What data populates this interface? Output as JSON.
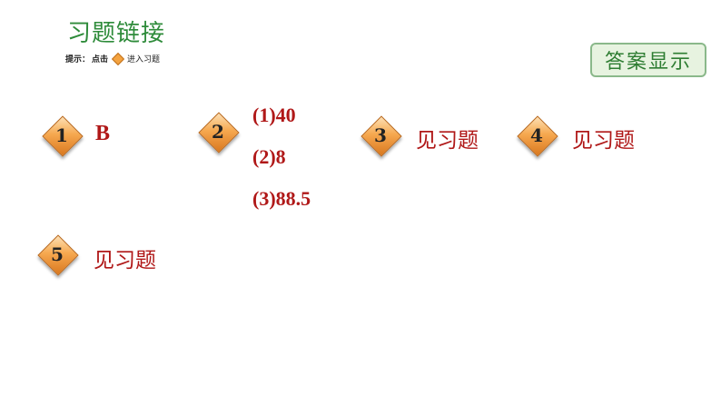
{
  "header": {
    "title": "习题链接",
    "hint": {
      "prefix": "提示：",
      "action": "点击",
      "suffix": "进入习题"
    }
  },
  "answer_button": {
    "label": "答案显示"
  },
  "items": [
    {
      "number": "1",
      "answer": "B"
    },
    {
      "number": "2",
      "answers": [
        "(1)40",
        "(2)8",
        "(3)88.5"
      ]
    },
    {
      "number": "3",
      "answer": "见习题"
    },
    {
      "number": "4",
      "answer": "见习题"
    },
    {
      "number": "5",
      "answer": "见习题"
    }
  ],
  "colors": {
    "title": "#2e8b3a",
    "answer_text": "#b01818",
    "badge_orange": "#f6a84f",
    "button_bg": "#e7f3e0"
  }
}
